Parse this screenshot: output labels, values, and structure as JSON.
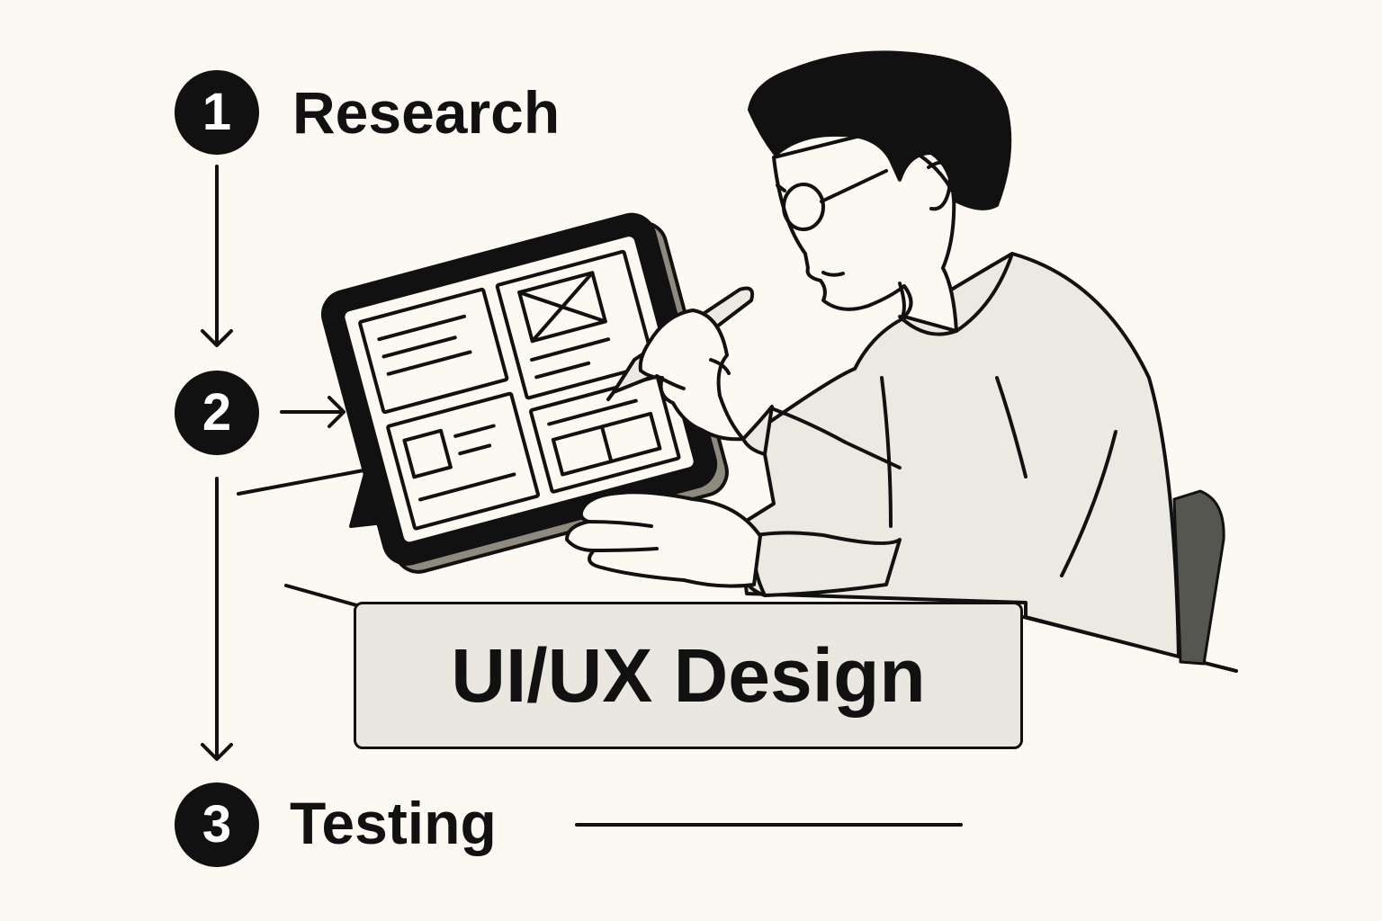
{
  "steps": [
    {
      "number": "1",
      "label": "Research"
    },
    {
      "number": "2",
      "label": ""
    },
    {
      "number": "3",
      "label": "Testing"
    }
  ],
  "center_label": "UI/UX Design",
  "colors": {
    "background": "#fbf9f2",
    "ink": "#111111",
    "sweater": "#ebe9e1",
    "label_box": "#e9e7df",
    "chair": "#55564f"
  },
  "illustration": {
    "subject": "person-drawing-on-tablet-icon",
    "tablet_screen": "wireframe-layout-icon"
  }
}
